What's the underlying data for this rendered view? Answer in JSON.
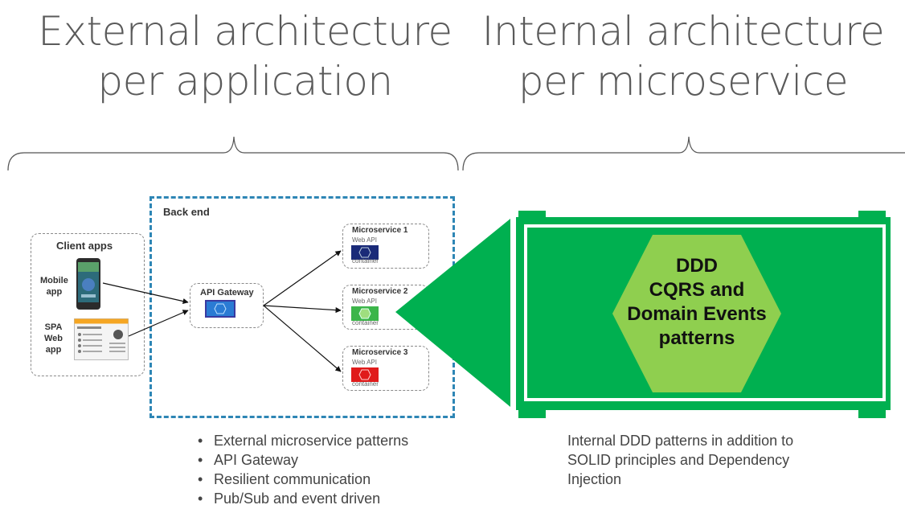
{
  "external": {
    "title_line1": "External architecture",
    "title_line2": "per application",
    "bullets": [
      "External microservice patterns",
      "API Gateway",
      "Resilient communication",
      "Pub/Sub and event driven"
    ]
  },
  "internal": {
    "title_line1": "Internal architecture",
    "title_line2": "per microservice",
    "note": "Internal DDD patterns in addition to SOLID principles and Dependency Injection",
    "hex_lines": [
      "DDD",
      "CQRS and",
      "Domain Events",
      "patterns"
    ]
  },
  "diagram": {
    "backend_label": "Back end",
    "client_apps_label": "Client apps",
    "mobile_label_1": "Mobile",
    "mobile_label_2": "app",
    "spa_label_1": "SPA",
    "spa_label_2": "Web",
    "spa_label_3": "app",
    "gateway_label": "API Gateway",
    "microservices": [
      {
        "name": "Microservice 1",
        "api": "Web API",
        "container": "container",
        "color": "#1a2a78"
      },
      {
        "name": "Microservice 2",
        "api": "Web API",
        "container": "container",
        "color": "#3cb54a"
      },
      {
        "name": "Microservice 3",
        "api": "Web API",
        "container": "container",
        "color": "#e01b1b"
      }
    ]
  },
  "colors": {
    "accent_green": "#00b050",
    "hex_green": "#8fcf4f",
    "backend_border": "#2e86b5",
    "title_gray": "#5a5a5a"
  }
}
